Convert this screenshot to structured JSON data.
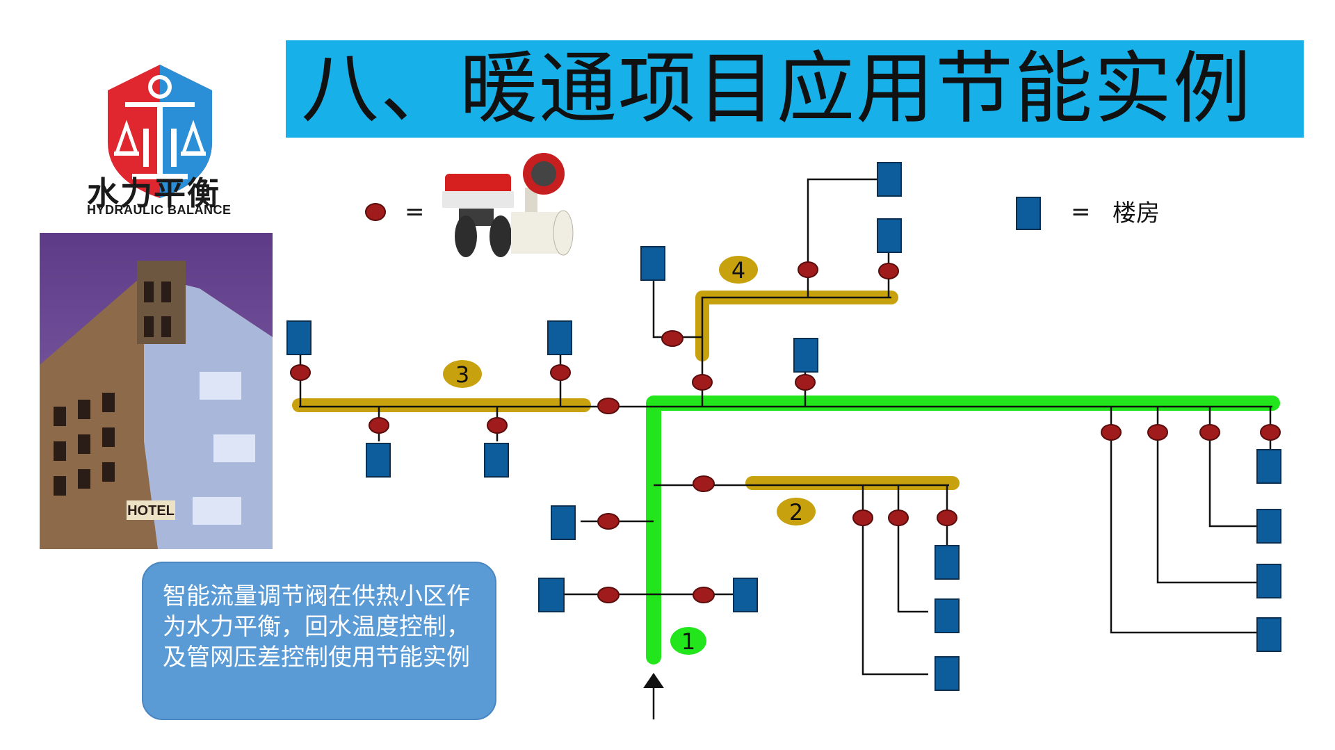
{
  "title": "八、暖通项目应用节能实例",
  "logo": {
    "name_cn": "水力平衡",
    "name_en": "HYDRAULIC BALANCE"
  },
  "photo": {
    "sign": "HOTEL"
  },
  "legend": {
    "valve_equals": "=",
    "building_equals": "=",
    "building_label": "楼房"
  },
  "loops": {
    "l1": "1",
    "l2": "2",
    "l3": "3",
    "l4": "4"
  },
  "note": "智能流量调节阀在供热小区作为水力平衡，回水温度控制，及管网压差控制使用节能实例",
  "colors": {
    "title_bg": "#17b0e8",
    "main_pipe": "#22e51b",
    "branch_pipe": "#c8a20e",
    "valve": "#a01c1c",
    "building": "#0d5d9c",
    "note_bg": "#5b9bd5"
  }
}
